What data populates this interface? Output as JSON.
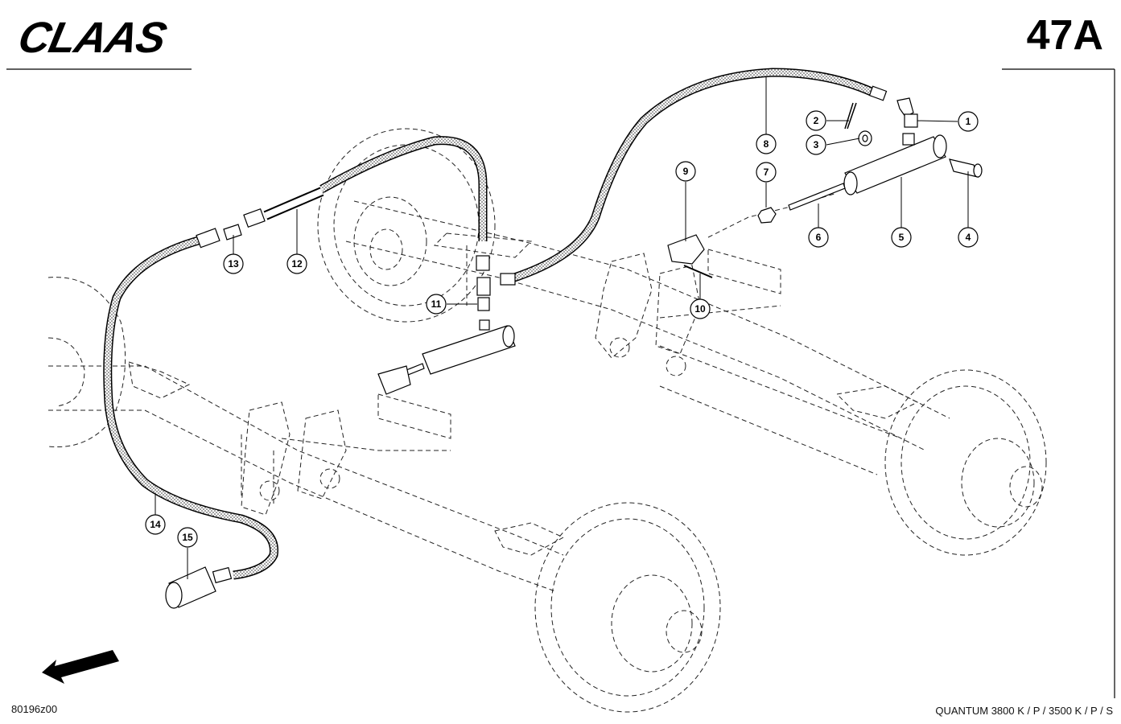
{
  "header": {
    "brand": "CLAAS",
    "page_number": "47A"
  },
  "footer": {
    "drawing_id": "80196z00",
    "model": "QUANTUM 3800 K / P / 3500 K / P / S"
  },
  "callouts": [
    "1",
    "2",
    "3",
    "4",
    "5",
    "6",
    "7",
    "8",
    "9",
    "10",
    "11",
    "12",
    "13",
    "14",
    "15"
  ],
  "icons": {
    "direction": "arrow-down-left-icon"
  }
}
